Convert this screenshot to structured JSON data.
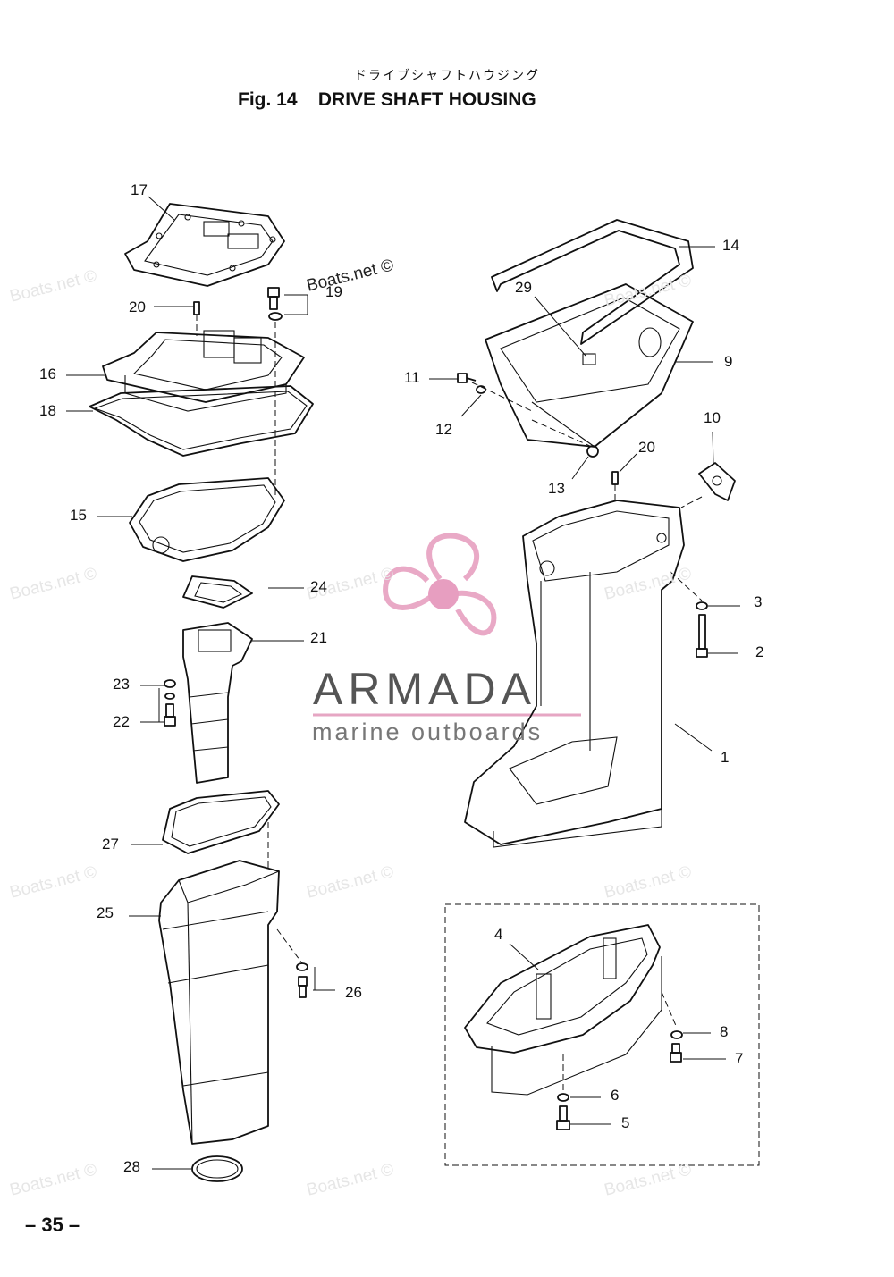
{
  "header": {
    "title_jp": "ドライブシャフトハウジング",
    "fig_label": "Fig. 14",
    "title_en": "DRIVE SHAFT HOUSING"
  },
  "watermarks": {
    "site": "Boats.net ©"
  },
  "logo": {
    "brand": "ARMADA",
    "tagline": "marine outboards",
    "propeller_color": "#e9a9c6",
    "hub_color": "#e79ec0"
  },
  "callouts": [
    "17",
    "19",
    "20",
    "16",
    "18",
    "15",
    "24",
    "21",
    "23",
    "22",
    "27",
    "25",
    "26",
    "28",
    "14",
    "29",
    "9",
    "11",
    "12",
    "13",
    "20",
    "10",
    "3",
    "2",
    "1",
    "4",
    "8",
    "7",
    "6",
    "5"
  ],
  "footer": {
    "page_number": "– 35 –"
  }
}
